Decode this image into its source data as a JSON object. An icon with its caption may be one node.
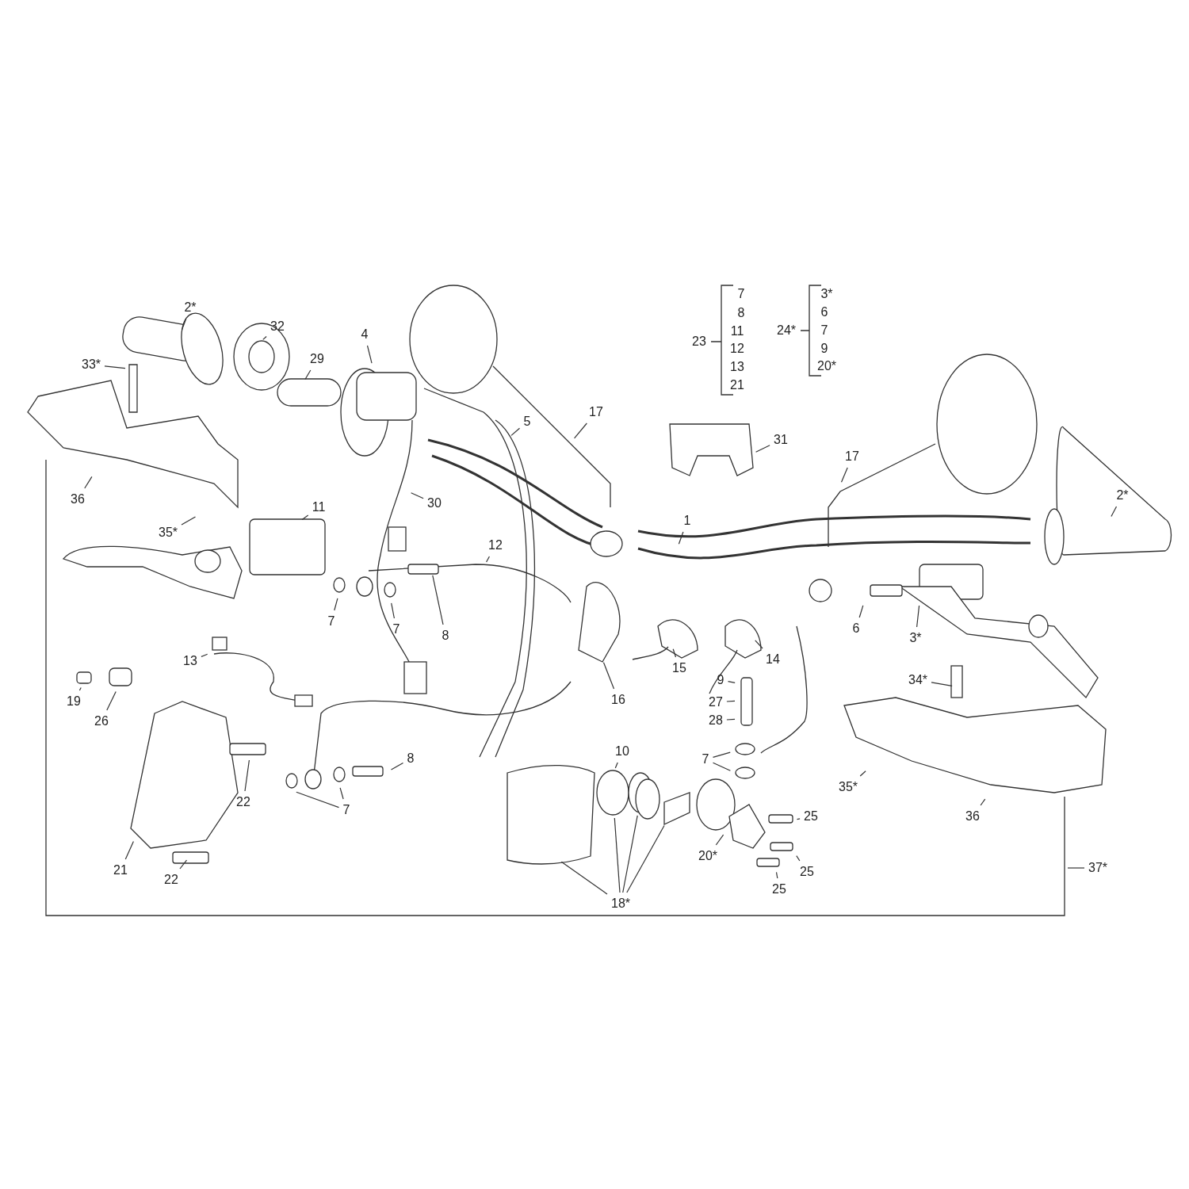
{
  "diagram": {
    "nodes": [
      {
        "text": [
          "2*"
        ]
      },
      {
        "text": [
          "32"
        ]
      },
      {
        "text": [
          "4"
        ]
      },
      {
        "text": [
          "33*"
        ]
      },
      {
        "text": [
          "29"
        ]
      },
      {
        "text": [
          "5"
        ]
      },
      {
        "text": [
          "17"
        ]
      },
      {
        "text": [
          "31"
        ]
      },
      {
        "text": [
          "17"
        ]
      },
      {
        "text": [
          "36"
        ]
      },
      {
        "text": [
          "30"
        ]
      },
      {
        "text": [
          "35*"
        ]
      },
      {
        "text": [
          "11"
        ]
      },
      {
        "text": [
          "1"
        ]
      },
      {
        "text": [
          "2*"
        ]
      },
      {
        "text": [
          "12"
        ]
      },
      {
        "text": [
          "7"
        ]
      },
      {
        "text": [
          "7"
        ]
      },
      {
        "text": [
          "8"
        ]
      },
      {
        "text": [
          "6"
        ]
      },
      {
        "text": [
          "3*"
        ]
      },
      {
        "text": [
          "13"
        ]
      },
      {
        "text": [
          "15"
        ]
      },
      {
        "text": [
          "14"
        ]
      },
      {
        "text": [
          "16"
        ]
      },
      {
        "text": [
          "19"
        ]
      },
      {
        "text": [
          "26"
        ]
      },
      {
        "text": [
          "9"
        ]
      },
      {
        "text": [
          "27"
        ]
      },
      {
        "text": [
          "28"
        ]
      },
      {
        "text": [
          "34*"
        ]
      },
      {
        "text": [
          "10"
        ]
      },
      {
        "text": [
          "8"
        ]
      },
      {
        "text": [
          "7"
        ]
      },
      {
        "text": [
          "22"
        ]
      },
      {
        "text": [
          "35*"
        ]
      },
      {
        "text": [
          "25"
        ]
      },
      {
        "text": [
          "7"
        ]
      },
      {
        "text": [
          "36"
        ]
      },
      {
        "text": [
          "20*"
        ]
      },
      {
        "text": [
          "25"
        ]
      },
      {
        "text": [
          "21"
        ]
      },
      {
        "text": [
          "22"
        ]
      },
      {
        "text": [
          "37*"
        ]
      },
      {
        "text": [
          "25"
        ]
      },
      {
        "text": [
          "18*"
        ]
      }
    ],
    "edges": [
      {
        "from": 0,
        "to": null,
        "arrow": "none"
      },
      {
        "from": 1,
        "to": null,
        "arrow": "none"
      },
      {
        "from": 2,
        "to": null,
        "arrow": "none"
      },
      {
        "from": 3,
        "to": null,
        "arrow": "none"
      },
      {
        "from": 4,
        "to": null,
        "arrow": "none"
      },
      {
        "from": 5,
        "to": null,
        "arrow": "none"
      },
      {
        "from": 6,
        "to": null,
        "arrow": "none"
      },
      {
        "from": 7,
        "to": null,
        "arrow": "none"
      },
      {
        "from": 8,
        "to": null,
        "arrow": "none"
      },
      {
        "from": 9,
        "to": null,
        "arrow": "none"
      },
      {
        "from": 10,
        "to": null,
        "arrow": "none"
      },
      {
        "from": 11,
        "to": null,
        "arrow": "none"
      },
      {
        "from": 12,
        "to": null,
        "arrow": "none"
      },
      {
        "from": 13,
        "to": null,
        "arrow": "none"
      },
      {
        "from": 14,
        "to": null,
        "arrow": "none"
      },
      {
        "from": 15,
        "to": null,
        "arrow": "none"
      },
      {
        "from": 16,
        "to": null,
        "arrow": "none"
      },
      {
        "from": 17,
        "to": null,
        "arrow": "none"
      },
      {
        "from": 18,
        "to": null,
        "arrow": "none"
      },
      {
        "from": 19,
        "to": null,
        "arrow": "none"
      },
      {
        "from": 20,
        "to": null,
        "arrow": "none"
      },
      {
        "from": 21,
        "to": null,
        "arrow": "none"
      },
      {
        "from": 22,
        "to": null,
        "arrow": "none"
      },
      {
        "from": 23,
        "to": null,
        "arrow": "none"
      },
      {
        "from": 24,
        "to": null,
        "arrow": "none"
      },
      {
        "from": 25,
        "to": null,
        "arrow": "none"
      },
      {
        "from": 26,
        "to": null,
        "arrow": "none"
      },
      {
        "from": 27,
        "to": null,
        "arrow": "none"
      },
      {
        "from": 28,
        "to": null,
        "arrow": "none"
      },
      {
        "from": 29,
        "to": null,
        "arrow": "none"
      },
      {
        "from": 30,
        "to": null,
        "arrow": "none"
      },
      {
        "from": 31,
        "to": null,
        "arrow": "none"
      },
      {
        "from": 32,
        "to": null,
        "arrow": "none"
      },
      {
        "from": 33,
        "to": null,
        "arrow": "none"
      },
      {
        "from": 33,
        "to": null,
        "arrow": "none"
      },
      {
        "from": 34,
        "to": null,
        "arrow": "none"
      },
      {
        "from": 35,
        "to": null,
        "arrow": "none"
      },
      {
        "from": 36,
        "to": null,
        "arrow": "none"
      },
      {
        "from": 37,
        "to": null,
        "arrow": "none"
      },
      {
        "from": 37,
        "to": null,
        "arrow": "none"
      },
      {
        "from": 38,
        "to": null,
        "arrow": "none"
      },
      {
        "from": 39,
        "to": null,
        "arrow": "none"
      },
      {
        "from": 40,
        "to": null,
        "arrow": "none"
      },
      {
        "from": 41,
        "to": null,
        "arrow": "none"
      },
      {
        "from": 42,
        "to": null,
        "arrow": "none"
      },
      {
        "from": 43,
        "to": null,
        "arrow": "none"
      },
      {
        "from": 44,
        "to": null,
        "arrow": "none"
      },
      {
        "from": 45,
        "to": null,
        "arrow": "none"
      },
      {
        "from": 45,
        "to": null,
        "arrow": "none"
      },
      {
        "from": 45,
        "to": null,
        "arrow": "none"
      },
      {
        "from": 45,
        "to": null,
        "arrow": "none"
      }
    ],
    "labels": [
      "23",
      "7",
      "8",
      "11",
      "12",
      "13",
      "21",
      "24*",
      "3*",
      "6",
      "7",
      "9",
      "20*"
    ]
  }
}
